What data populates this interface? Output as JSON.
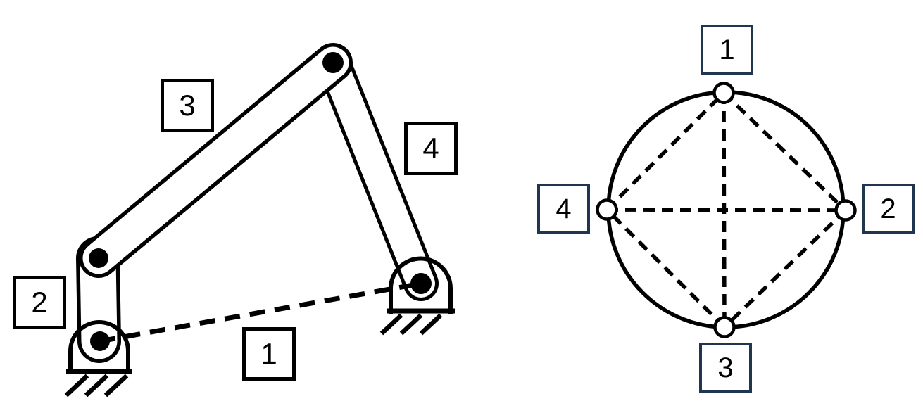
{
  "colors": {
    "ink": "#000000",
    "graph_box_border": "#1f3550",
    "background": "#ffffff"
  },
  "mechanism_diagram": {
    "kind": "four-bar linkage schematic",
    "labels": {
      "link1": "1",
      "link2": "2",
      "link3": "3",
      "link4": "4"
    },
    "link_styles": {
      "link1": "dashed ground link between the two fixed pivots",
      "link2": "solid binary link",
      "link3": "solid binary link",
      "link4": "solid binary link"
    },
    "fixed_pivots": 2,
    "pin_joints": 4
  },
  "graph_diagram": {
    "kind": "graph representation: nodes on a circle with dashed edges",
    "node_labels": {
      "n1": "1",
      "n2": "2",
      "n3": "3",
      "n4": "4"
    },
    "node_positions": {
      "n1": "top",
      "n2": "right",
      "n3": "bottom",
      "n4": "left"
    },
    "edges": [
      [
        "1",
        "2"
      ],
      [
        "2",
        "3"
      ],
      [
        "3",
        "4"
      ],
      [
        "4",
        "1"
      ],
      [
        "1",
        "3"
      ],
      [
        "2",
        "4"
      ]
    ]
  }
}
